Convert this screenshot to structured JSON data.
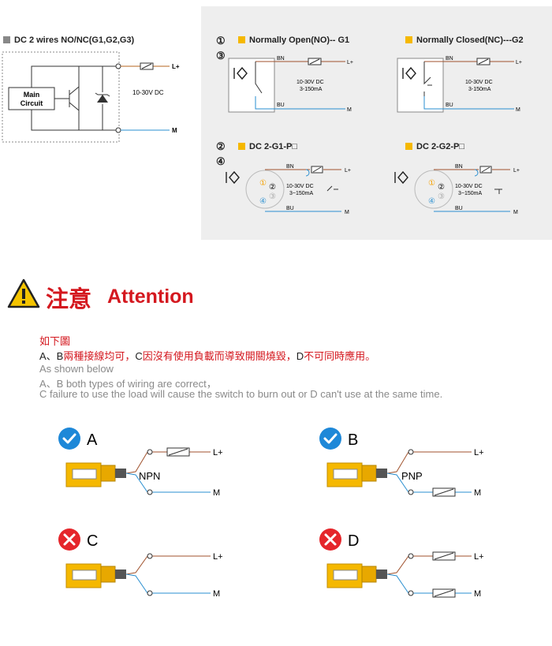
{
  "left_panel": {
    "header": "DC 2 wires NO/NC(G1,G2,G3)",
    "box_label_1": "Main",
    "box_label_2": "Circuit",
    "voltage": "10-30V DC",
    "lplus": "L+",
    "m": "M"
  },
  "right_panel": {
    "no": {
      "num1": "①",
      "num2": "③",
      "title": "Normally Open(NO)-- G1",
      "bn": "BN",
      "bu": "BU",
      "v1": "10-30V DC",
      "v2": "3-150mA",
      "lplus": "L+",
      "m": "M"
    },
    "nc": {
      "title": "Normally Closed(NC)---G2",
      "bn": "BN",
      "bu": "BU",
      "v1": "10-30V DC",
      "v2": "3-150mA",
      "lplus": "L+",
      "m": "M"
    },
    "g1p": {
      "num1": "②",
      "num2": "④",
      "title": "DC 2-G1-P□",
      "bn": "BN",
      "bu": "BU",
      "v1": "10-30V DC",
      "v2": "3~150mA",
      "lplus": "L+",
      "m": "M",
      "pins": [
        "①",
        "②",
        "③",
        "④"
      ]
    },
    "g2p": {
      "title": "DC 2-G2-P□",
      "bn": "BN",
      "bu": "BU",
      "v1": "10-30V DC",
      "v2": "3~150mA",
      "lplus": "L+",
      "m": "M",
      "pins": [
        "①",
        "②",
        "③",
        "④"
      ]
    }
  },
  "attention": {
    "title_cn": "注意",
    "title_en": "Attention",
    "line1": "如下圖",
    "line2_pre": "A、B",
    "line2_red": "兩種接線均可，",
    "line2_mid": "C",
    "line2_red2": "因沒有使用負載而導致開關燒毀，",
    "line2_end": "D",
    "line2_red3": "不可同時應用。",
    "en1": "As shown below",
    "en2": "A、B both types of wiring are correct，",
    "en3": "C failure to use the load will cause the switch to burn out or D can't use at the same time."
  },
  "wirings": [
    {
      "letter": "A",
      "status": "correct",
      "type_label": "NPN",
      "lplus": "L+",
      "m": "M"
    },
    {
      "letter": "B",
      "status": "correct",
      "type_label": "PNP",
      "lplus": "L+",
      "m": "M"
    },
    {
      "letter": "C",
      "status": "wrong",
      "type_label": "",
      "lplus": "L+",
      "m": "M"
    },
    {
      "letter": "D",
      "status": "wrong",
      "type_label": "",
      "lplus": "L+",
      "m": "M"
    }
  ],
  "colors": {
    "brown": "#a0522d",
    "blue": "#2a8fd0",
    "yellow": "#f5b800",
    "check_blue": "#1e88d8",
    "red_x": "#e5262b",
    "attention_red": "#d4181f"
  }
}
